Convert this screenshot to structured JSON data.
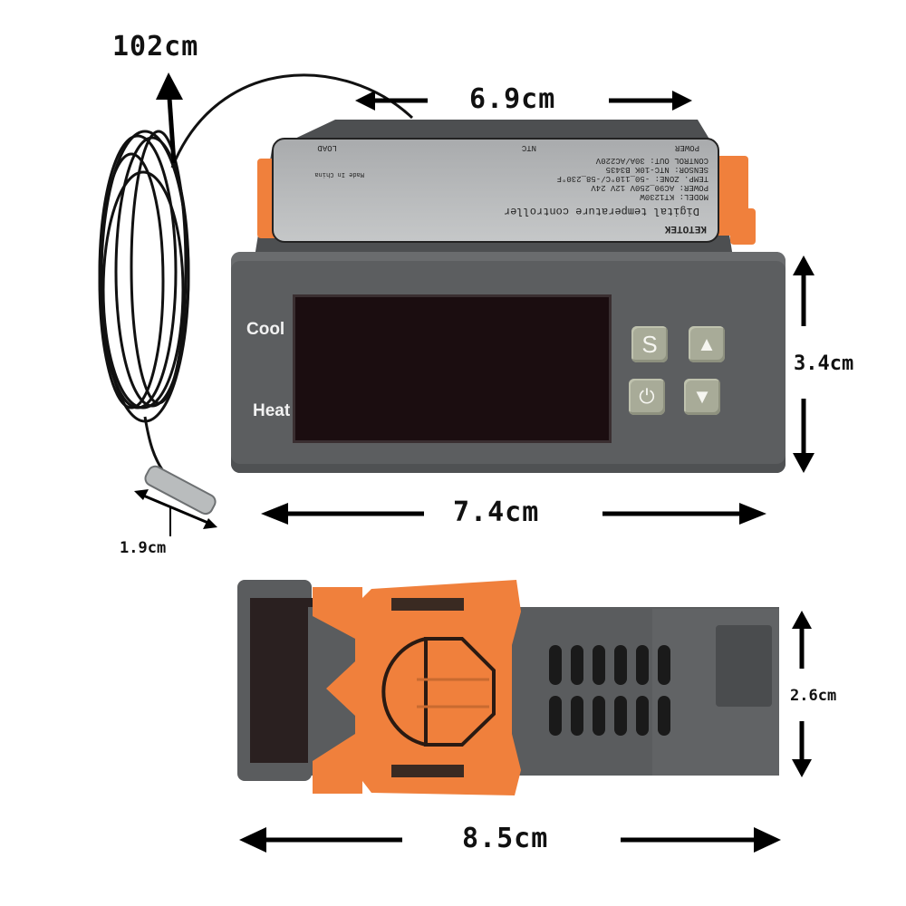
{
  "product": {
    "brand": "KETOTEK",
    "model_label": "MODEL: KT1230W",
    "plate_title": "Digital temperature controller",
    "power_line": "POWER: AC90_250V  12V  24V",
    "temp_zone_line": "TEMP. ZONE: -50_110°C/-58_230°F",
    "sensor_line": "SENSOR: NTC-10K B3435",
    "control_out_line": "CONTROL OUT: 30A/AC220V",
    "made_in": "Made In China",
    "terminals": [
      "POWER",
      "NTC",
      "LOAD"
    ]
  },
  "front_panel": {
    "indicator_top": "Cool",
    "indicator_bottom": "Heat",
    "buttons": [
      {
        "id": "set",
        "label": "S"
      },
      {
        "id": "up",
        "label": "▲"
      },
      {
        "id": "power",
        "label": "⏻"
      },
      {
        "id": "down",
        "label": "▼"
      }
    ]
  },
  "dimensions": {
    "cable_length": "102cm",
    "top_width": "6.9cm",
    "front_height": "3.4cm",
    "front_width": "7.4cm",
    "probe_length": "1.9cm",
    "side_height": "2.6cm",
    "side_length": "8.5cm"
  },
  "colors": {
    "housing": "#5c5e60",
    "clip_orange": "#f0803c",
    "button": "#a8ab98",
    "display": "#1b0d10",
    "arrow": "#000000"
  }
}
